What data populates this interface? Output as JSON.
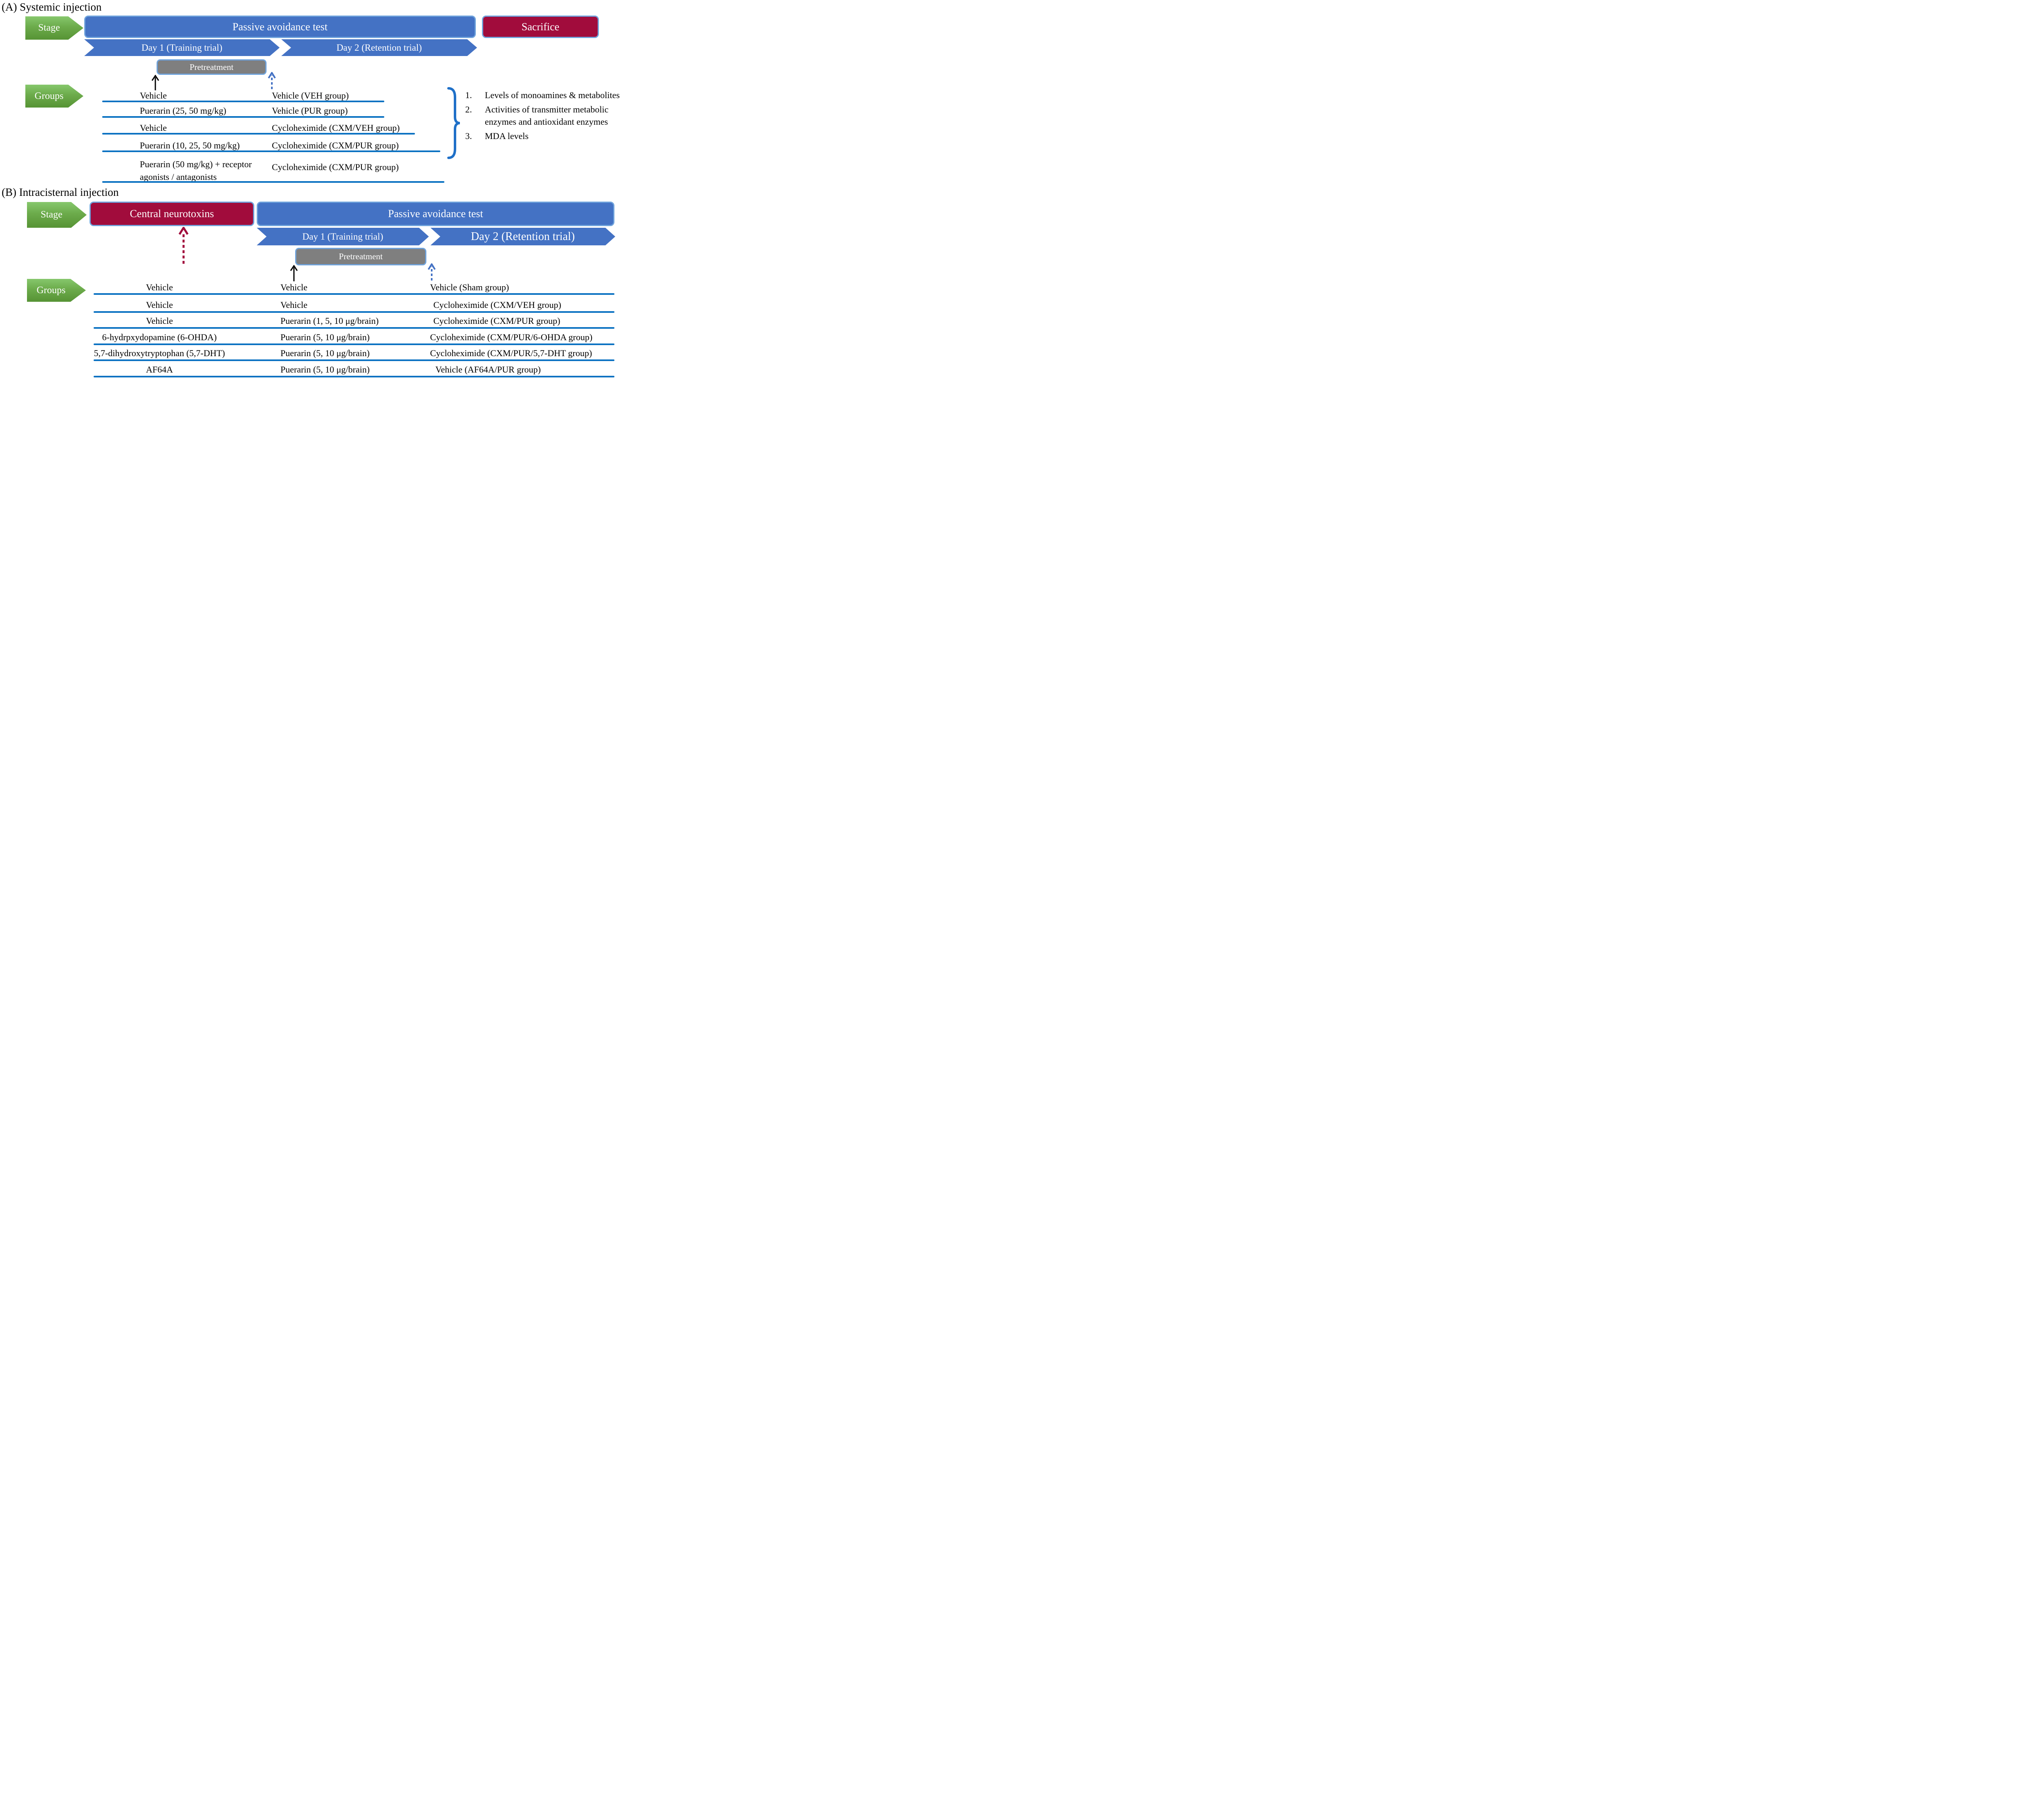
{
  "colors": {
    "bar_blue": "#4472C4",
    "border_light_blue": "#6FA3DC",
    "crimson": "#A10C3C",
    "gray": "#7F7F7F",
    "green": "#6CAB4B",
    "line_blue": "#0B72C2",
    "brace_blue": "#1F70C8"
  },
  "panel_a": {
    "title": "(A) Systemic injection",
    "stage_label": "Stage",
    "passive_avoidance_label": "Passive avoidance test",
    "sacrifice_label": "Sacrifice",
    "day1_label": "Day 1 (Training trial)",
    "day2_label": "Day 2 (Retention trial)",
    "pretreatment_label": "Pretreatment",
    "groups_label": "Groups",
    "rows": [
      {
        "left": "Vehicle",
        "right": "Vehicle (VEH group)"
      },
      {
        "left": "Puerarin (25, 50 mg/kg)",
        "right": "Vehicle (PUR group)"
      },
      {
        "left": "Vehicle",
        "right": "Cycloheximide (CXM/VEH group)"
      },
      {
        "left": "Puerarin (10, 25, 50 mg/kg)",
        "right": "Cycloheximide (CXM/PUR group)"
      },
      {
        "left": "Puerarin (50 mg/kg) + receptor agonists / antagonists",
        "right": "Cycloheximide (CXM/PUR group)"
      }
    ],
    "outcomes": [
      {
        "num": "1.",
        "text": "Levels of monoamines & metabolites"
      },
      {
        "num": "2.",
        "text": "Activities of transmitter metabolic enzymes and antioxidant enzymes"
      },
      {
        "num": "3.",
        "text": "MDA levels"
      }
    ]
  },
  "panel_b": {
    "title": "(B) Intracisternal injection",
    "stage_label": "Stage",
    "central_neurotoxins_label": "Central neurotoxins",
    "passive_avoidance_label": "Passive avoidance test",
    "day1_label": "Day 1 (Training trial)",
    "day2_label": "Day 2 (Retention trial)",
    "pretreatment_label": "Pretreatment",
    "groups_label": "Groups",
    "rows": [
      {
        "left": "Vehicle",
        "mid": "Vehicle",
        "right": "Vehicle (Sham group)"
      },
      {
        "left": "Vehicle",
        "mid": "Vehicle",
        "right": "Cycloheximide (CXM/VEH group)"
      },
      {
        "left": "Vehicle",
        "mid": "Puerarin (1, 5, 10 μg/brain)",
        "right": "Cycloheximide (CXM/PUR group)"
      },
      {
        "left": "6-hydrpxydopamine (6-OHDA)",
        "mid": "Puerarin (5, 10 μg/brain)",
        "right": "Cycloheximide (CXM/PUR/6-OHDA group)"
      },
      {
        "left": "5,7-dihydroxytryptophan (5,7-DHT)",
        "mid": "Puerarin (5, 10 μg/brain)",
        "right": "Cycloheximide (CXM/PUR/5,7-DHT group)"
      },
      {
        "left": "AF64A",
        "mid": "Puerarin (5, 10 μg/brain)",
        "right": "Vehicle (AF64A/PUR group)"
      }
    ]
  }
}
